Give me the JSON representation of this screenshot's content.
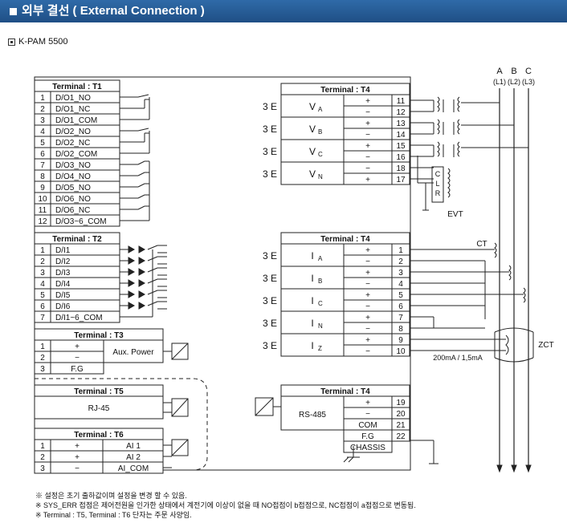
{
  "header": {
    "title": "외부 결선 ( External Connection )"
  },
  "model": "K-PAM 5500",
  "phases": {
    "a": "A",
    "b": "B",
    "c": "C",
    "a_sub": "(L1)",
    "b_sub": "(L2)",
    "c_sub": "(L3)"
  },
  "t1": {
    "title": "Terminal : T1",
    "rows": [
      {
        "n": "1",
        "s": "D/O1_NO"
      },
      {
        "n": "2",
        "s": "D/O1_NC"
      },
      {
        "n": "3",
        "s": "D/O1_COM"
      },
      {
        "n": "4",
        "s": "D/O2_NO"
      },
      {
        "n": "5",
        "s": "D/O2_NC"
      },
      {
        "n": "6",
        "s": "D/O2_COM"
      },
      {
        "n": "7",
        "s": "D/O3_NO"
      },
      {
        "n": "8",
        "s": "D/O4_NO"
      },
      {
        "n": "9",
        "s": "D/O5_NO"
      },
      {
        "n": "10",
        "s": "D/O6_NO"
      },
      {
        "n": "11",
        "s": "D/O6_NC"
      },
      {
        "n": "12",
        "s": "D/O3~6_COM"
      }
    ]
  },
  "t2": {
    "title": "Terminal : T2",
    "rows": [
      {
        "n": "1",
        "s": "D/I1"
      },
      {
        "n": "2",
        "s": "D/I2"
      },
      {
        "n": "3",
        "s": "D/I3"
      },
      {
        "n": "4",
        "s": "D/I4"
      },
      {
        "n": "5",
        "s": "D/I5"
      },
      {
        "n": "6",
        "s": "D/I6"
      },
      {
        "n": "7",
        "s": "D/I1~6_COM"
      }
    ]
  },
  "t3": {
    "title": "Terminal : T3",
    "rows": [
      {
        "n": "1",
        "s": "+"
      },
      {
        "n": "2",
        "s": "−"
      },
      {
        "n": "3",
        "s": "F.G"
      }
    ],
    "label": "Aux. Power"
  },
  "t5": {
    "title": "Terminal : T5",
    "label": "RJ-45"
  },
  "t6": {
    "title": "Terminal : T6",
    "rows": [
      {
        "n": "1",
        "p": "+",
        "s": "AI 1"
      },
      {
        "n": "2",
        "p": "+",
        "s": "AI 2"
      },
      {
        "n": "3",
        "p": "−",
        "s": "AI_COM"
      }
    ]
  },
  "t4v": {
    "title": "Terminal : T4",
    "rows": [
      {
        "ch": "VA",
        "plus": "+",
        "minus": "−",
        "a": "11",
        "b": "12"
      },
      {
        "ch": "VB",
        "plus": "+",
        "minus": "−",
        "a": "13",
        "b": "14"
      },
      {
        "ch": "VC",
        "plus": "+",
        "minus": "−",
        "a": "15",
        "b": "16"
      },
      {
        "ch": "VN",
        "plus": "−",
        "minus": "+",
        "a": "18",
        "b": "17"
      }
    ]
  },
  "t4i": {
    "title": "Terminal : T4",
    "rows": [
      {
        "ch": "IA",
        "plus": "+",
        "minus": "−",
        "a": "1",
        "b": "2"
      },
      {
        "ch": "IB",
        "plus": "+",
        "minus": "−",
        "a": "3",
        "b": "4"
      },
      {
        "ch": "IC",
        "plus": "+",
        "minus": "−",
        "a": "5",
        "b": "6"
      },
      {
        "ch": "IN",
        "plus": "+",
        "minus": "−",
        "a": "7",
        "b": "8"
      },
      {
        "ch": "IZ",
        "plus": "+",
        "minus": "−",
        "a": "9",
        "b": "10"
      }
    ]
  },
  "t4r": {
    "title": "Terminal : T4",
    "label": "RS-485",
    "rows": [
      {
        "s": "+",
        "n": "19"
      },
      {
        "s": "−",
        "n": "20"
      },
      {
        "s": "COM",
        "n": "21"
      },
      {
        "s": "F.G",
        "n": "22"
      },
      {
        "s": "CHASSIS",
        "n": ""
      }
    ]
  },
  "labels": {
    "ct": "CT",
    "zct": "ZCT",
    "evt": "EVT",
    "spec": "200mA / 1,5mA",
    "clr": [
      "C",
      "L",
      "R"
    ]
  },
  "notes": [
    "※ 설정은 초기 출하값이며 설정을 변경 할 수 있음.",
    "※ SYS_ERR 접점은 제어전원을 인가한 상태에서 계전기에 이상이 없을 때 NO접점이 b접점으로, NC접점이 a접점으로 변동됨.",
    "※ Terminal : T5, Terminal : T6 단자는 주문 사양임."
  ]
}
